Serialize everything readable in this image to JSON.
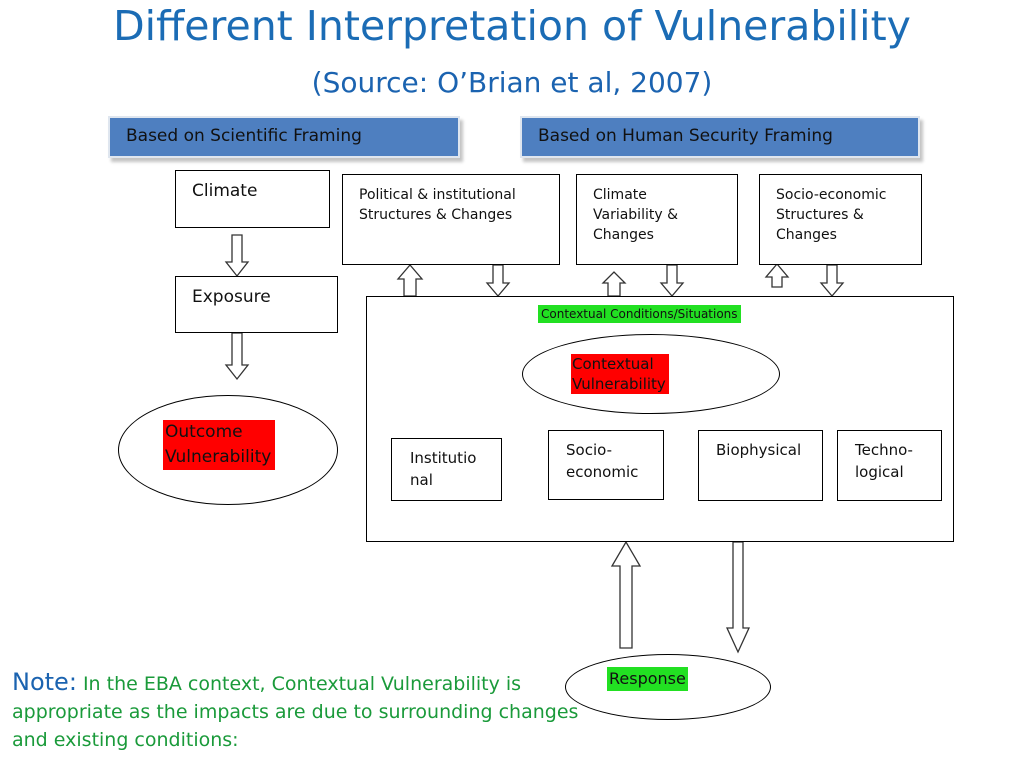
{
  "title": "Different Interpretation of Vulnerability",
  "subtitle": "(Source: O’Brian et al, 2007)",
  "banners": {
    "scientific": "Based on Scientific Framing",
    "human_security": "Based on Human Security Framing"
  },
  "scientific": {
    "climate": "Climate",
    "exposure": "Exposure",
    "outcome_line1": "Outcome",
    "outcome_line2": "Vulnerability"
  },
  "human_security": {
    "political_line1": "Political & institutional",
    "political_line2": "Structures & Changes",
    "climate_var_line1": "Climate",
    "climate_var_line2": "Variability &",
    "climate_var_line3": "Changes",
    "socio_struct_line1": "Socio-economic",
    "socio_struct_line2": "Structures &",
    "socio_struct_line3": "Changes",
    "contextual_conditions": "Contextual Conditions/Situations",
    "contextual_line1": "Contextual",
    "contextual_line2": "Vulnerability",
    "institutional_line1": "Institutio",
    "institutional_line2": "nal",
    "socio_line1": "Socio-",
    "socio_line2": "economic",
    "biophysical": "Biophysical",
    "techno_line1": "Techno-",
    "techno_line2": "logical",
    "response": "Response"
  },
  "note": {
    "lead": "Note:",
    "body": " In the EBA context, Contextual Vulnerability is appropriate as the impacts are due to surrounding changes and existing conditions:"
  }
}
